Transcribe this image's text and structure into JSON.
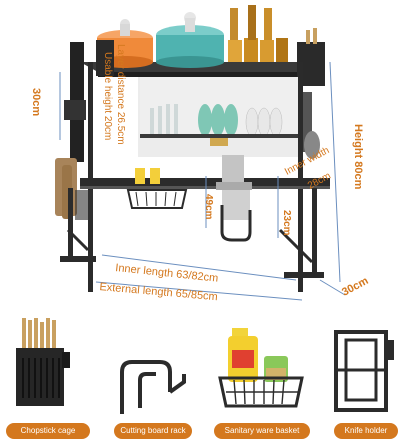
{
  "dimensions": {
    "height_30": "30cm",
    "layer_distance": "Layer distance 26.5cm",
    "usable_height": "Usable height 20cm",
    "inner_width": "Inner width",
    "inner_width_value": "28cm",
    "height_80": "Height 80cm",
    "dim_49": "49cm",
    "dim_23": "23cm",
    "inner_length": "Inner length 63/82cm",
    "external_length": "External length 65/85cm",
    "depth_30": "30cm"
  },
  "accessories": [
    {
      "label": "Chopstick cage"
    },
    {
      "label": "Cutting board rack"
    },
    {
      "label": "Sanitary ware basket"
    },
    {
      "label": "Knife holder"
    }
  ],
  "colors": {
    "accent": "#d4781e",
    "frame": "#2b2b2b",
    "pot_orange": "#f08a3a",
    "pot_teal": "#4fb3b0"
  }
}
